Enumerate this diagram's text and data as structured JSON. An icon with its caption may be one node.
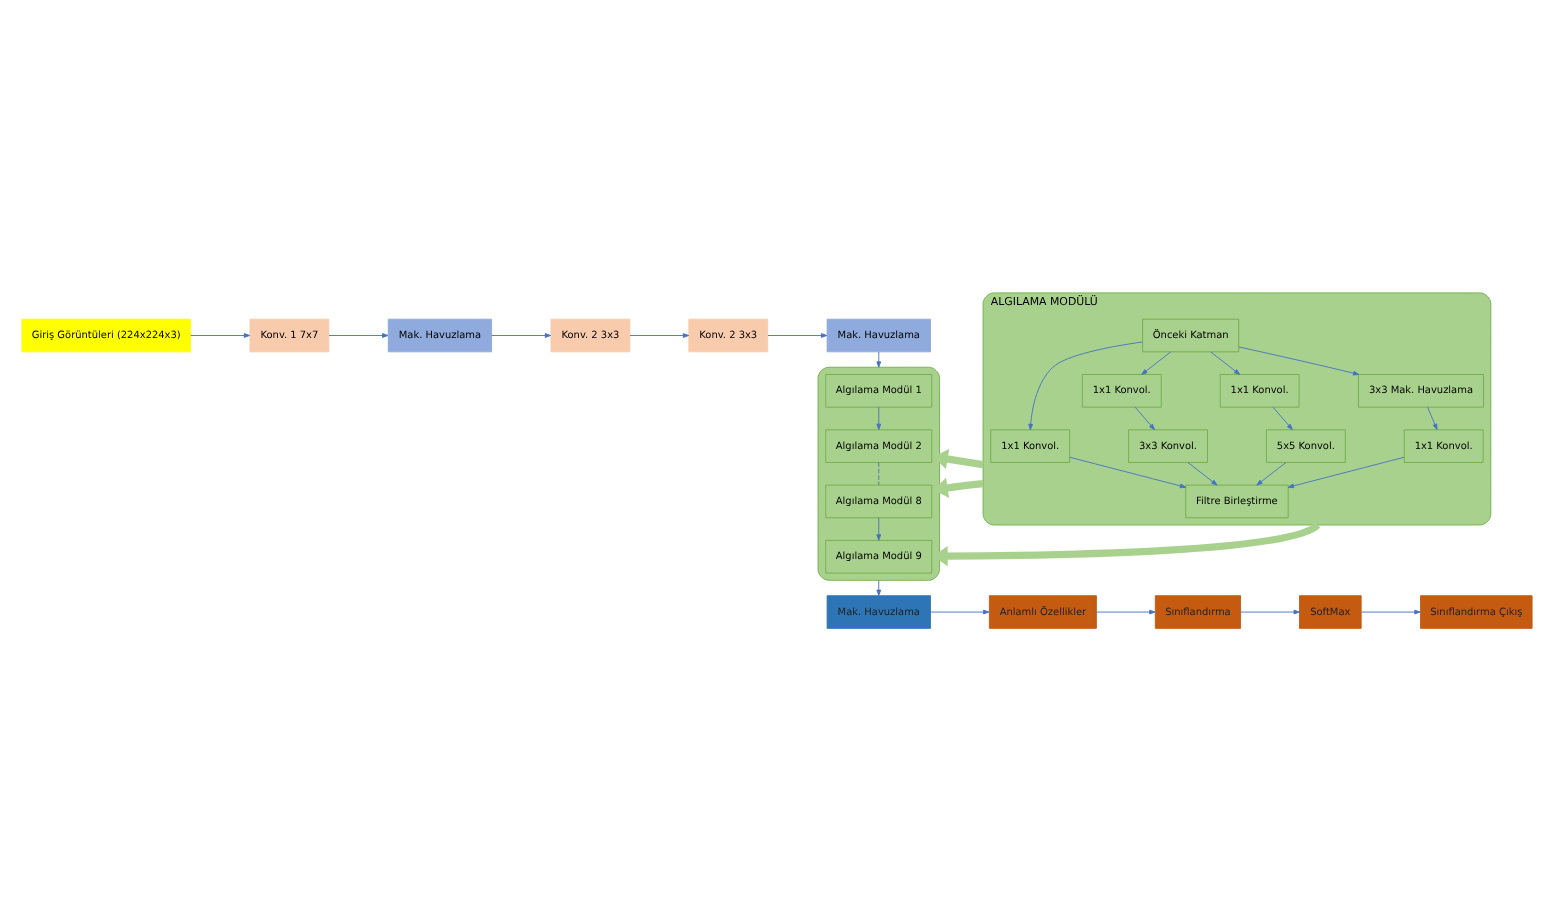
{
  "diagram": {
    "nodes": [
      {
        "text": [
          "Giriş Görüntüleri (224x224x3)"
        ]
      },
      {
        "text": [
          "Konv. 1 7x7"
        ]
      },
      {
        "text": [
          "Mak. Havuzlama"
        ]
      },
      {
        "text": [
          "Konv. 2 3x3"
        ]
      },
      {
        "text": [
          "Konv. 2 3x3"
        ]
      },
      {
        "text": [
          "Mak. Havuzlama"
        ]
      },
      {
        "text": [],
        "shape": "box"
      },
      {
        "text": [
          "Algılama Modül 1"
        ],
        "in": 6
      },
      {
        "text": [
          "Algılama Modül 2"
        ],
        "in": 6
      },
      {
        "text": [
          "Algılama Modül 8"
        ],
        "in": 6
      },
      {
        "text": [
          "Algılama Modül 9"
        ],
        "in": 6
      },
      {
        "text": [
          "ALGILAMA MODÜLÜ"
        ]
      },
      {
        "text": [
          "Önceki Katman"
        ],
        "in": 11
      },
      {
        "text": [
          "1x1 Konvol."
        ],
        "in": 11
      },
      {
        "text": [
          "1x1 Konvol."
        ],
        "in": 11
      },
      {
        "text": [
          "1x1 Konvol."
        ],
        "in": 11
      },
      {
        "text": [
          "3x3 Mak. Havuzlama"
        ],
        "in": 11
      },
      {
        "text": [
          "3x3 Konvol."
        ],
        "in": 11
      },
      {
        "text": [
          "5x5 Konvol."
        ],
        "in": 11
      },
      {
        "text": [
          "1x1 Konvol."
        ],
        "in": 11
      },
      {
        "text": [
          "Filtre Birleştirme"
        ],
        "in": 11
      },
      {
        "text": [
          "Mak. Havuzlama"
        ]
      },
      {
        "text": [
          "Anlamlı Özellikler"
        ]
      },
      {
        "text": [
          "Sınıflandırma"
        ]
      },
      {
        "text": [
          "SoftMax"
        ]
      },
      {
        "text": [
          "Sınıflandırma Çıkış"
        ]
      }
    ],
    "edges": [
      {
        "from": 0,
        "to": 1,
        "arrow": "to"
      },
      {
        "from": 1,
        "to": 2,
        "arrow": "to"
      },
      {
        "from": 2,
        "to": 3,
        "arrow": "to"
      },
      {
        "from": 3,
        "to": 4,
        "arrow": "to"
      },
      {
        "from": 4,
        "to": 5,
        "arrow": "to"
      },
      {
        "from": 5,
        "to": 6,
        "arrow": "to"
      },
      {
        "from": 7,
        "to": 8,
        "arrow": "to"
      },
      {
        "from": 8,
        "to": 9,
        "arrow": "none",
        "style": "dashed"
      },
      {
        "from": 9,
        "to": 10,
        "arrow": "to"
      },
      {
        "from": 12,
        "to": 13,
        "arrow": "to"
      },
      {
        "from": 12,
        "to": 14,
        "arrow": "to"
      },
      {
        "from": 12,
        "to": 15,
        "arrow": "to"
      },
      {
        "from": 12,
        "to": 16,
        "arrow": "to"
      },
      {
        "from": 14,
        "to": 17,
        "arrow": "to"
      },
      {
        "from": 15,
        "to": 18,
        "arrow": "to"
      },
      {
        "from": 16,
        "to": 19,
        "arrow": "to"
      },
      {
        "from": 13,
        "to": 20,
        "arrow": "to"
      },
      {
        "from": 17,
        "to": 20,
        "arrow": "to"
      },
      {
        "from": 18,
        "to": 20,
        "arrow": "to"
      },
      {
        "from": 19,
        "to": 20,
        "arrow": "to"
      },
      {
        "from": 11,
        "to": 6,
        "arrow": "to",
        "style": "thick",
        "color": "#a9d18e"
      },
      {
        "from": 11,
        "to": 6,
        "arrow": "to",
        "style": "thick",
        "color": "#a9d18e"
      },
      {
        "from": 11,
        "to": 6,
        "arrow": "to",
        "style": "thick",
        "color": "#a9d18e"
      },
      {
        "from": 6,
        "to": 21,
        "arrow": "to"
      },
      {
        "from": 21,
        "to": 22,
        "arrow": "to"
      },
      {
        "from": 22,
        "to": 23,
        "arrow": "to"
      },
      {
        "from": 23,
        "to": 24,
        "arrow": "to"
      },
      {
        "from": 24,
        "to": 25,
        "arrow": "to"
      }
    ]
  }
}
